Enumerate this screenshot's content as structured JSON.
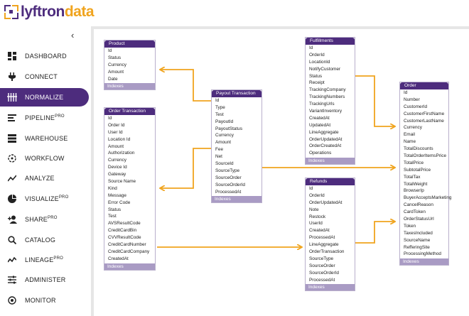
{
  "brand": {
    "part1": "lyftron",
    "part2": "data",
    "color_primary": "#4d2c7d",
    "color_accent": "#f0a41e"
  },
  "sidebar": {
    "collapse_icon": "chevron-left-icon",
    "items": [
      {
        "label": "DASHBOARD",
        "pro": "",
        "icon": "dashboard-icon"
      },
      {
        "label": "CONNECT",
        "pro": "",
        "icon": "plug-icon"
      },
      {
        "label": "NORMALIZE",
        "pro": "",
        "icon": "normalize-icon",
        "active": true
      },
      {
        "label": "PIPELINE",
        "pro": "PRO",
        "icon": "pipeline-icon"
      },
      {
        "label": "WAREHOUSE",
        "pro": "",
        "icon": "warehouse-icon"
      },
      {
        "label": "WORKFLOW",
        "pro": "",
        "icon": "workflow-icon"
      },
      {
        "label": "ANALYZE",
        "pro": "",
        "icon": "analyze-icon"
      },
      {
        "label": "VISUALIZE",
        "pro": "PRO",
        "icon": "pie-chart-icon"
      },
      {
        "label": "SHARE",
        "pro": "PRO",
        "icon": "share-user-icon"
      },
      {
        "label": "CATALOG",
        "pro": "",
        "icon": "search-icon"
      },
      {
        "label": "LINEAGE",
        "pro": "PRO",
        "icon": "lineage-icon"
      },
      {
        "label": "ADMINISTER",
        "pro": "",
        "icon": "sliders-icon"
      },
      {
        "label": "MONITOR",
        "pro": "",
        "icon": "monitor-icon"
      }
    ]
  },
  "tables": {
    "product": {
      "title": "Product",
      "fields": [
        "Id",
        "Status",
        "Currency",
        "Amount",
        "Date"
      ],
      "footer": "Indexes"
    },
    "order_transaction": {
      "title": "Order Transaction",
      "fields": [
        "Id",
        "Order Id",
        "User Id",
        "Location Id",
        "Amount",
        "Authorization",
        "Currency",
        "Device Id",
        "Gateway",
        "Source Name",
        "Kind",
        "Message",
        "Error Code",
        "Status",
        "Test",
        "AVSResultCode",
        "CreditCardBin",
        "CVVResultCode",
        "CreditCardNumber",
        "CreditCardCompany",
        "CreatedAt"
      ],
      "footer": "Indexes"
    },
    "payout_transaction": {
      "title": "Payout Transaction",
      "fields": [
        "Id",
        "Type",
        "Test",
        "PayoutId",
        "PayoutStatus",
        "Currency",
        "Amount",
        "Fee",
        "Net",
        "SourceId",
        "SourceType",
        "SourceOrder",
        "SourceOrderId",
        "ProcessedAt"
      ],
      "footer": "Indexes"
    },
    "fulfillments": {
      "title": "Fulfillments",
      "fields": [
        "Id",
        "OrderId",
        "LocationId",
        "NotifyCustomer",
        "Status",
        "Receipt",
        "TrackingCompany",
        "TrackingNumbers",
        "TrackingUrls",
        "VariantInventory",
        "CreatedAt",
        "UpdatedAt",
        "LineAggregate",
        "OrderUpdatedAt",
        "OrderCreatedAt",
        "Operations"
      ],
      "footer": "Indexes"
    },
    "refunds": {
      "title": "Refunds",
      "fields": [
        "Id",
        "OrderId",
        "OrderUpdatedAt",
        "Note",
        "Restock",
        "UserId",
        "CreatedAt",
        "ProcessedAt",
        "LineAggregate",
        "OrderTransaction",
        "SourceType",
        "SourceOrder",
        "SourceOrderId",
        "ProcessedAt"
      ],
      "footer": "Indexes"
    },
    "order": {
      "title": "Order",
      "fields": [
        "Id",
        "Number",
        "CustomerId",
        "CustomerFirstName",
        "CustomerLastName",
        "Currency",
        "Email",
        "Name",
        "TotalDiscounts",
        "TotalOrderItemsPrice",
        "TotalPrice",
        "SubtotalPrice",
        "TotalTax",
        "TotalWeight",
        "BrowserIp",
        "BuyerAcceptsMarketing",
        "CancelReason",
        "CardToken",
        "OrderStatusUrl",
        "Token",
        "TaxesIncluded",
        "SourceName",
        "RefferingSite",
        "ProcessingMethod"
      ],
      "footer": "Indexes"
    }
  }
}
